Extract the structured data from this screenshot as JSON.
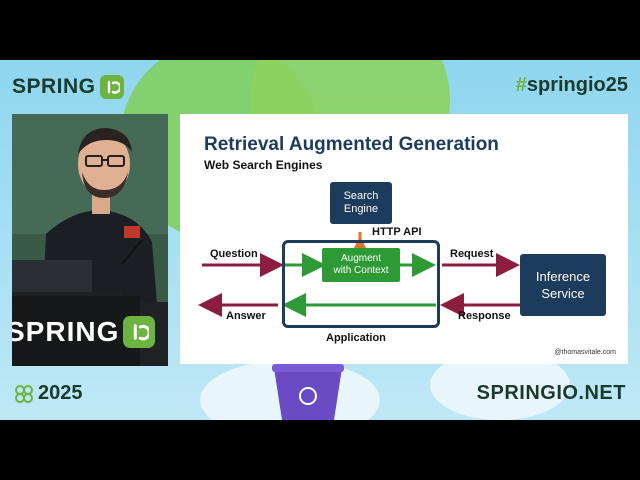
{
  "event": {
    "brand_word": "SPRING",
    "hashtag_mark": "#",
    "hashtag_text": "springio25",
    "year": "2025",
    "site": "SPRINGIO.NET"
  },
  "podium": {
    "brand_word": "SPRING"
  },
  "slide": {
    "title": "Retrieval Augmented Generation",
    "subtitle": "Web Search Engines",
    "search_engine_line1": "Search",
    "search_engine_line2": "Engine",
    "http_api": "HTTP API",
    "augment_line1": "Augment",
    "augment_line2": "with Context",
    "question": "Question",
    "answer": "Answer",
    "request": "Request",
    "response": "Response",
    "inference_line1": "Inference",
    "inference_line2": "Service",
    "application": "Application",
    "credit": "@thomasvitale.com"
  },
  "colors": {
    "brand_green": "#6db33f",
    "navy": "#1d3b5c",
    "maroon": "#8c1d3f",
    "green_arrow": "#2e9a35",
    "orange": "#e0762a"
  }
}
